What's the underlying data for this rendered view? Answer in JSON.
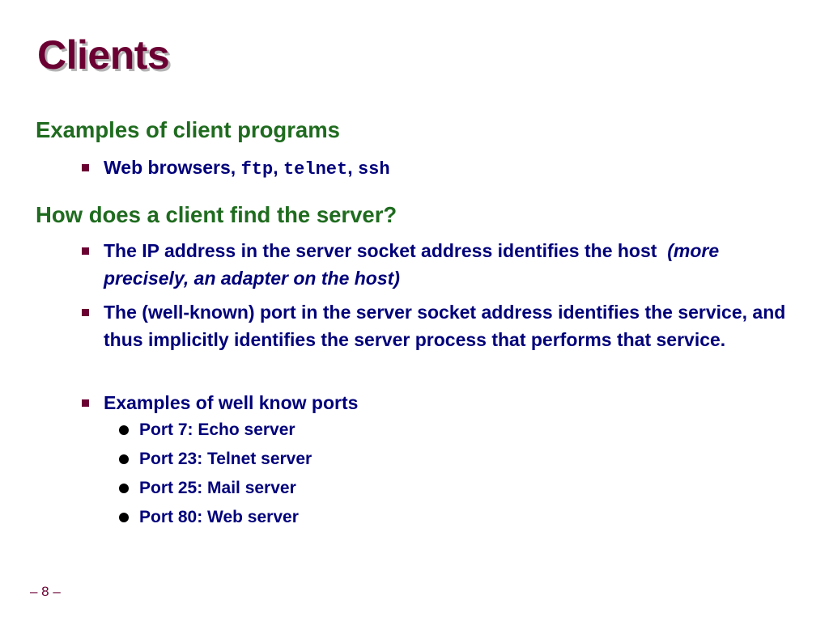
{
  "slide": {
    "title": "Clients",
    "section1": {
      "heading": "Examples of client programs",
      "item": {
        "text": "Web browsers,",
        "code1": "ftp",
        "sep1": ",",
        "code2": "telnet",
        "sep2": ",",
        "code3": "ssh"
      }
    },
    "section2": {
      "heading": "How does a client find the server?",
      "items": [
        {
          "text": "The IP address in the server socket address identifies the host",
          "italic": "(more precisely, an adapter on the host)"
        },
        {
          "text": "The (well-known) port in the server socket address identifies the service, and thus implicitly identifies the server process that performs that service."
        },
        {
          "text": "Examples of well know ports"
        }
      ],
      "ports": [
        "Port 7: Echo server",
        "Port 23: Telnet server",
        "Port 25: Mail server",
        "Port 80: Web server"
      ]
    },
    "page_number": "– 8 –",
    "colors": {
      "title": "#6b0033",
      "heading": "#1f6b1f",
      "body": "#00007a",
      "square_bullet": "#6b0033",
      "round_bullet": "#000000"
    }
  }
}
